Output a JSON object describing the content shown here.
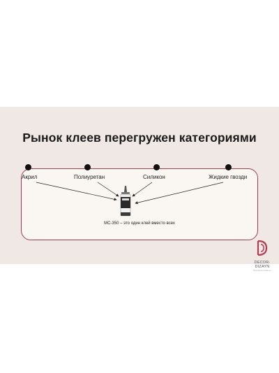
{
  "slide": {
    "title": "Рынок клеев перегружен категориями",
    "categories": [
      "Акрил",
      "Полиуретан",
      "Силикон",
      "Жидкие гвозди"
    ],
    "product_label": "MC-350 – это один клей вместо всех",
    "tube_text": "MC-350"
  },
  "logo": {
    "name": "DECOR-DIZAYN",
    "subtitle": "Профессионалы"
  },
  "colors": {
    "slide_bg": "#efe8e4",
    "panel_border": "#9b3d4f",
    "accent": "#b83a52"
  }
}
